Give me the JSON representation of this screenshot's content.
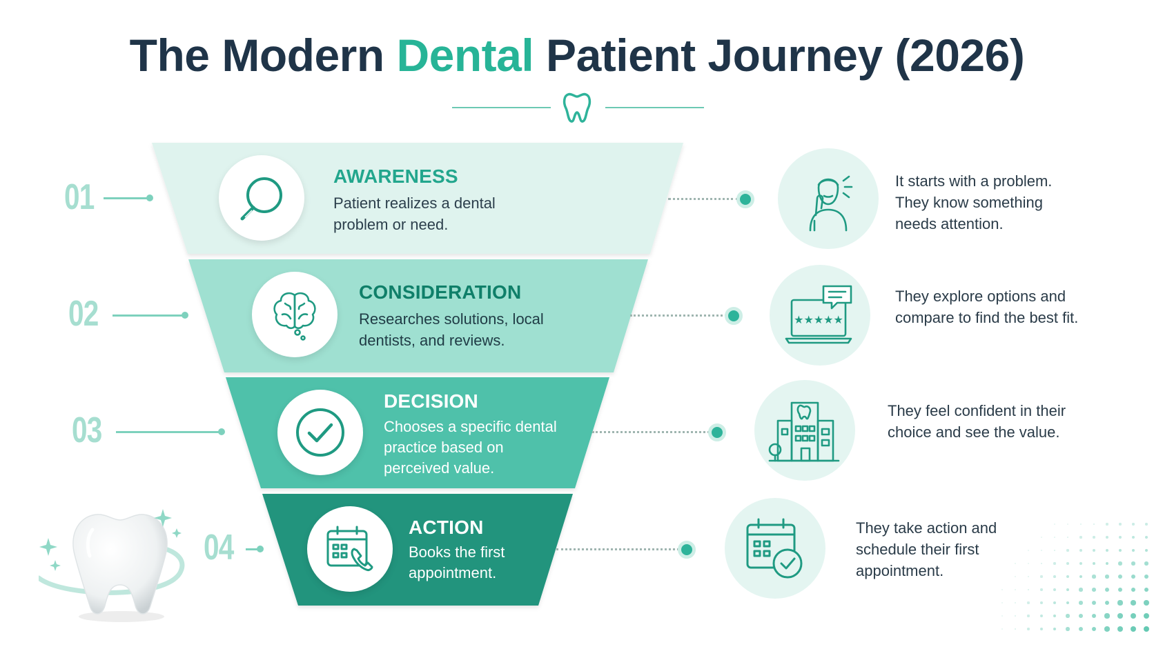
{
  "title": {
    "part1": "The Modern ",
    "accent": "Dental",
    "part2": " Patient Journey (2026)"
  },
  "colors": {
    "accent": "#27b497",
    "title": "#1f3448",
    "band1": "#dff3ee",
    "band2": "#9fe0d1",
    "band3": "#4fc1aa",
    "band4": "#20947d"
  },
  "stages": [
    {
      "number": "01",
      "title": "AWARENESS",
      "description": "Patient realizes a dental problem or need.",
      "icon": "magnifier-icon",
      "right_icon": "person-headache-icon",
      "right_text": "It starts with a problem. They know something needs attention."
    },
    {
      "number": "02",
      "title": "CONSIDERATION",
      "description": "Researches solutions, local dentists, and reviews.",
      "icon": "brain-thinking-icon",
      "right_icon": "laptop-reviews-icon",
      "right_text": "They explore options and compare to find the best fit."
    },
    {
      "number": "03",
      "title": "DECISION",
      "description": "Chooses a specific dental practice based on perceived value.",
      "icon": "checkmark-circle-icon",
      "right_icon": "dental-clinic-building-icon",
      "right_text": "They feel confident in their choice and see the value."
    },
    {
      "number": "04",
      "title": "ACTION",
      "description": "Books the first appointment.",
      "icon": "calendar-phone-icon",
      "right_icon": "calendar-check-icon",
      "right_text": "They take action and schedule their first appointment."
    }
  ]
}
